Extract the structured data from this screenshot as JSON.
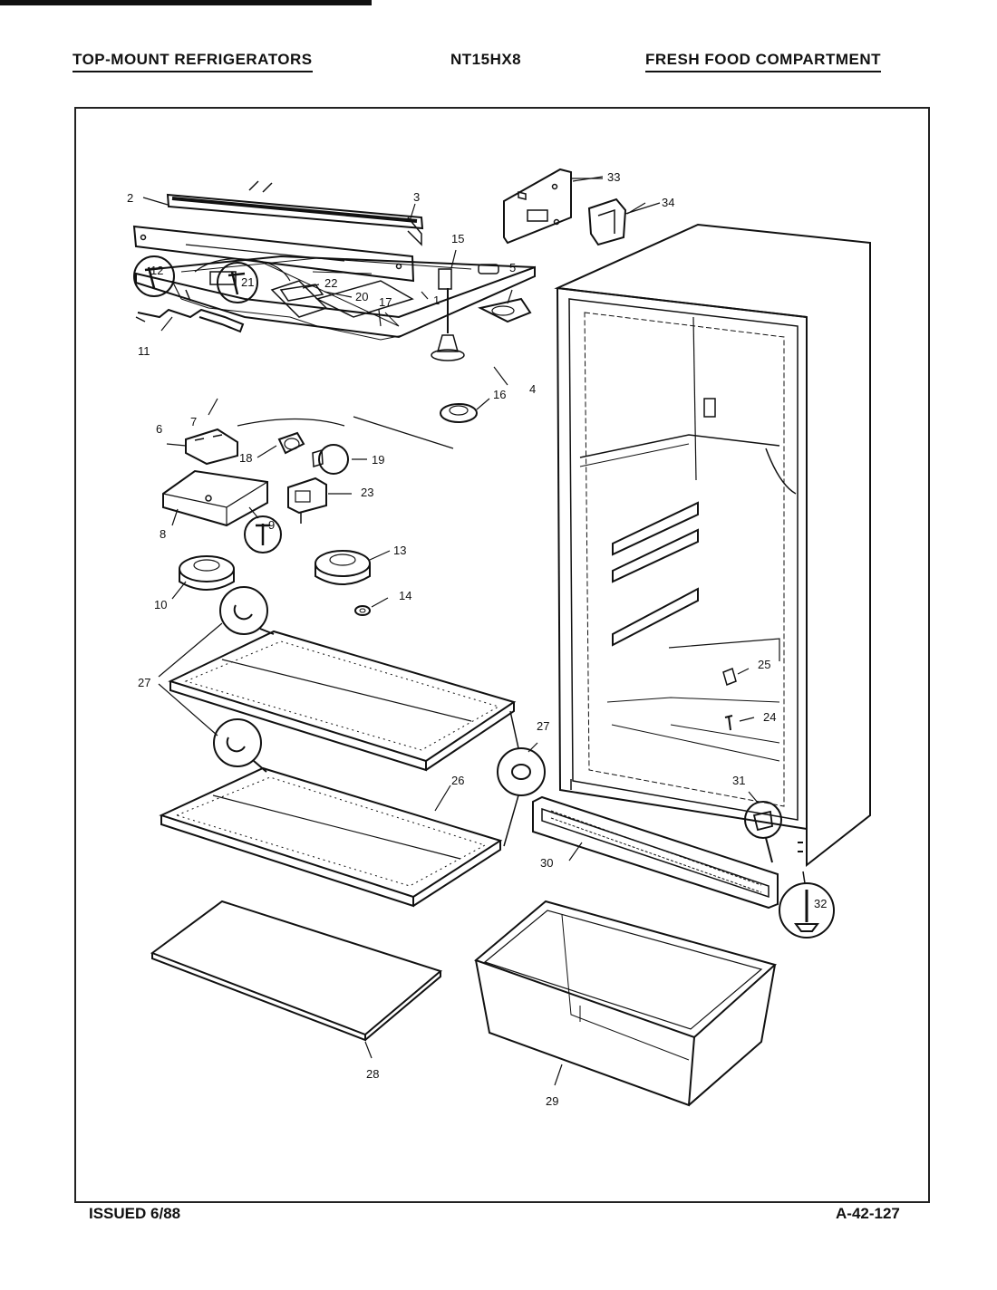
{
  "header": {
    "left": "TOP-MOUNT REFRIGERATORS",
    "middle": "NT15HX8",
    "right": "FRESH FOOD COMPARTMENT"
  },
  "footer": {
    "issued": "ISSUED 6/88",
    "code": "A-42-127"
  },
  "callouts": [
    "1",
    "2",
    "3",
    "4",
    "5",
    "6",
    "7",
    "8",
    "9",
    "10",
    "11",
    "12",
    "13",
    "14",
    "15",
    "16",
    "17",
    "18",
    "19",
    "20",
    "21",
    "22",
    "23",
    "24",
    "25",
    "26",
    "27",
    "28",
    "29",
    "30",
    "31",
    "32",
    "33",
    "34"
  ]
}
